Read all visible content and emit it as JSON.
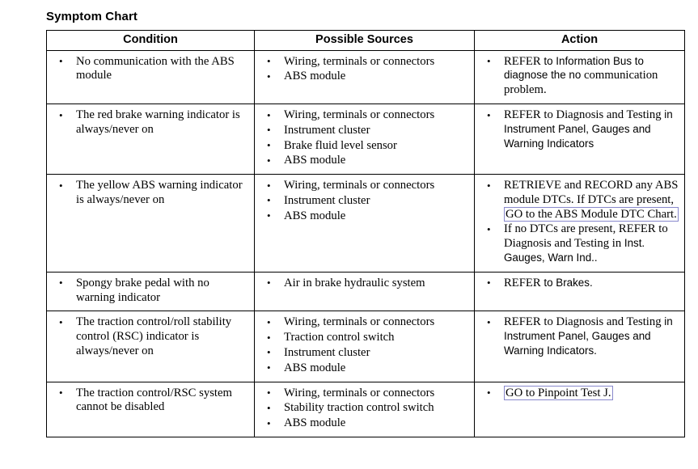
{
  "page": {
    "title": "Symptom Chart",
    "link_box_color": "#8888cc",
    "border_color": "#000000",
    "background": "#ffffff"
  },
  "table": {
    "headers": {
      "condition": "Condition",
      "possible_sources": "Possible Sources",
      "action": "Action"
    },
    "rows": [
      {
        "condition": [
          "No communication with the ABS module"
        ],
        "sources": [
          "Wiring, terminals or connectors",
          "ABS module"
        ],
        "action": [
          {
            "runs": [
              {
                "text": "REFER ",
                "style": "serif"
              },
              {
                "text": "to Information Bus to diagnose the no ",
                "style": "sans"
              },
              {
                "text": "communication problem.",
                "style": "serif"
              }
            ]
          }
        ]
      },
      {
        "condition": [
          "The red brake warning indicator is always/never on"
        ],
        "sources": [
          "Wiring, terminals or connectors",
          "Instrument cluster",
          "Brake fluid level sensor",
          "ABS module"
        ],
        "action": [
          {
            "runs": [
              {
                "text": "REFER to Diagnosis and Testing ",
                "style": "serif"
              },
              {
                "text": "in Instrument Panel, Gauges and Warning Indicators",
                "style": "sans"
              }
            ]
          }
        ]
      },
      {
        "condition": [
          "The yellow ABS warning indicator is always/never on"
        ],
        "sources": [
          "Wiring, terminals or connectors",
          "Instrument cluster",
          "ABS module"
        ],
        "action": [
          {
            "runs": [
              {
                "text": "RETRIEVE and RECORD any ABS module DTCs. If DTCs are present, ",
                "style": "serif"
              },
              {
                "text": "GO to the ABS Module DTC Chart.",
                "style": "serif",
                "boxed": true
              }
            ]
          },
          {
            "runs": [
              {
                "text": "If no DTCs are present, REFER to Diagnosis and Testing in ",
                "style": "serif"
              },
              {
                "text": "Inst. Gauges, Warn Ind..",
                "style": "sans"
              }
            ]
          }
        ]
      },
      {
        "condition": [
          "Spongy brake pedal with no warning indicator"
        ],
        "sources": [
          "Air in brake hydraulic system"
        ],
        "action": [
          {
            "runs": [
              {
                "text": "REFER ",
                "style": "serif"
              },
              {
                "text": "to Brakes.",
                "style": "sans"
              }
            ]
          }
        ]
      },
      {
        "condition": [
          "The traction control/roll stability control (RSC) indicator is always/never on"
        ],
        "sources": [
          "Wiring, terminals or connectors",
          "Traction control switch",
          "Instrument cluster",
          "ABS module"
        ],
        "action": [
          {
            "runs": [
              {
                "text": "REFER to Diagnosis and Testing ",
                "style": "serif"
              },
              {
                "text": "in Instrument Panel, Gauges and Warning Indicators.",
                "style": "sans"
              }
            ]
          }
        ]
      },
      {
        "condition": [
          "The traction control/RSC system cannot be disabled"
        ],
        "sources": [
          "Wiring, terminals or connectors",
          "Stability traction control switch",
          "ABS module"
        ],
        "action": [
          {
            "runs": [
              {
                "text": "GO to Pinpoint Test J.",
                "style": "serif",
                "boxed": true
              }
            ]
          }
        ]
      }
    ]
  }
}
